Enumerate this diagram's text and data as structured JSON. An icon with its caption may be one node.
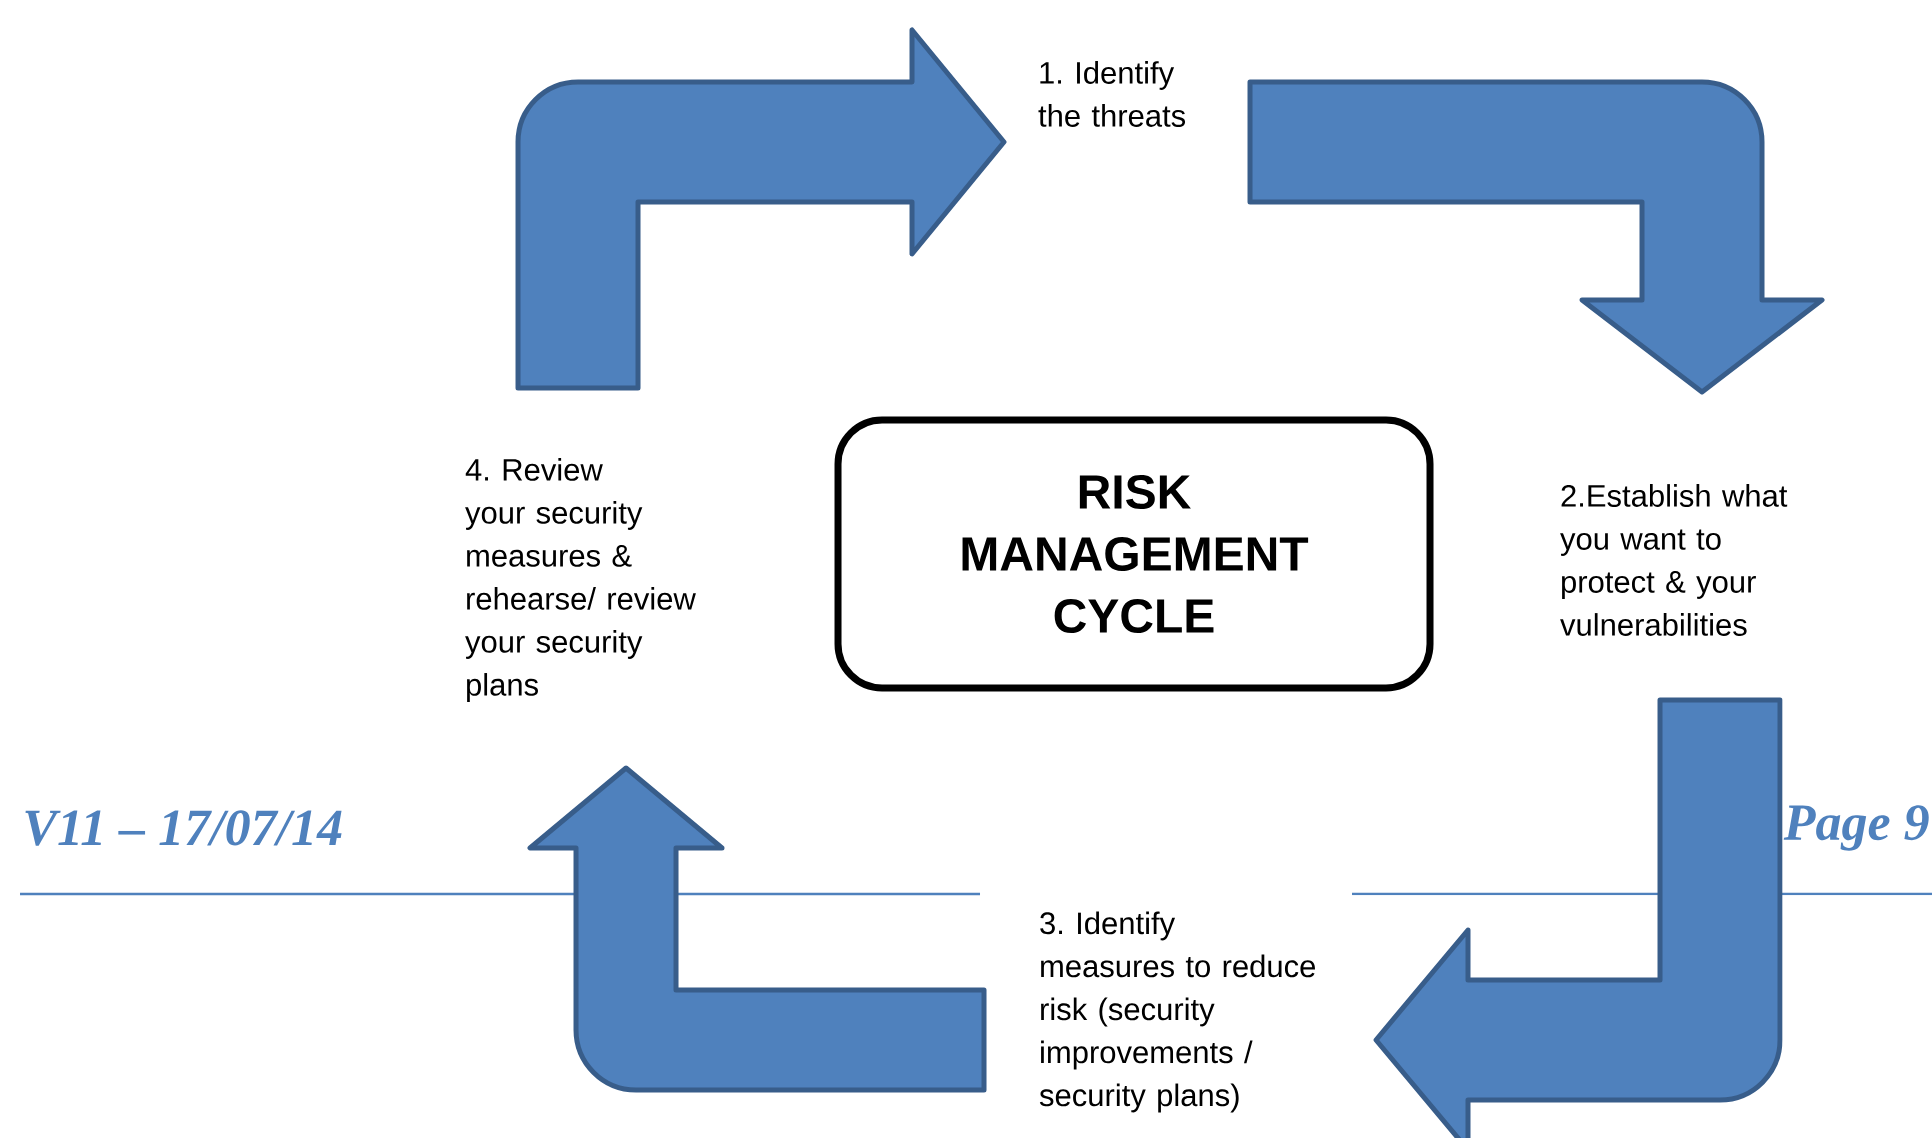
{
  "diagram": {
    "nodes": [
      {
        "text": [
          "RISK MANAGEMENT CYCLE"
        ]
      },
      {
        "text": [
          "1. Identify the threats"
        ]
      },
      {
        "text": [
          "2.Establish what you want to protect & your vulnerabilities"
        ]
      },
      {
        "text": [
          "3. Identify measures to reduce risk (security improvements / security plans)"
        ]
      },
      {
        "text": [
          "4. Review your security measures & rehearse/ review your security plans"
        ]
      }
    ],
    "edges": [
      {
        "from": 4,
        "to": 1,
        "arrow": "to"
      },
      {
        "from": 1,
        "to": 2,
        "arrow": "to"
      },
      {
        "from": 2,
        "to": 3,
        "arrow": "to"
      },
      {
        "from": 3,
        "to": 4,
        "arrow": "to"
      }
    ],
    "labels": [
      "V11 – 17/07/14",
      "Page 9"
    ]
  }
}
